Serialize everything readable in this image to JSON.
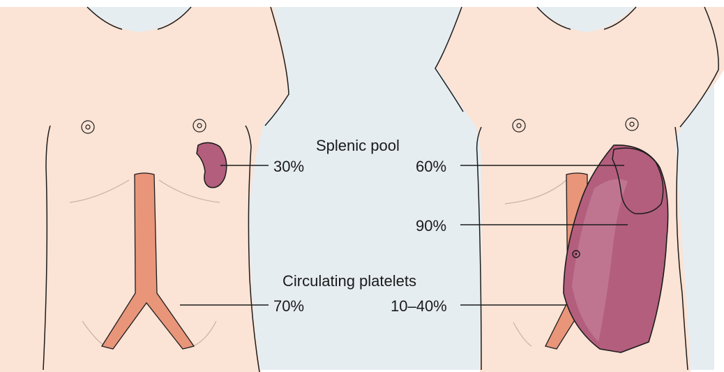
{
  "colors": {
    "background": "#ffffff",
    "panel": "#e6edf1",
    "skin": "#fbe3d5",
    "outline": "#1c1c1c",
    "vessel": "#e8957a",
    "spleen": "#b35e7d",
    "spleen_light": "#c7859d"
  },
  "labels": {
    "splenic_pool_heading": "Splenic pool",
    "circulating_heading": "Circulating platelets",
    "normal_splenic_pct": "30%",
    "normal_circulating_pct": "70%",
    "enlarged_splenic_pct_moderate": "60%",
    "enlarged_splenic_pct_massive": "90%",
    "enlarged_circulating_pct": "10–40%"
  }
}
